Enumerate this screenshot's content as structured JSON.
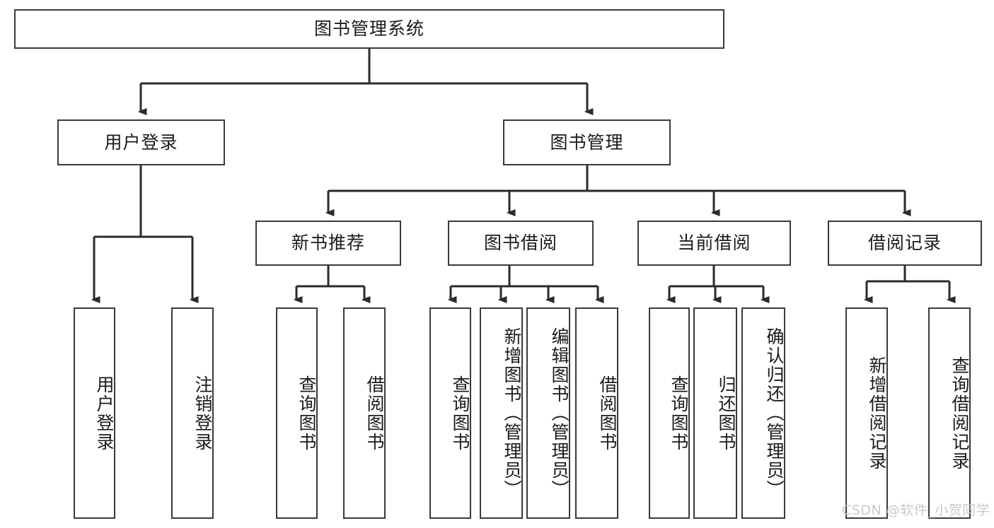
{
  "diagram": {
    "type": "tree-hierarchy-chart",
    "title_label": "图书管理系统",
    "nodes": {
      "root": {
        "label": "图书管理系统"
      },
      "user_login": {
        "label": "用户登录"
      },
      "book_manage": {
        "label": "图书管理"
      },
      "new_book_rec": {
        "label": "新书推荐"
      },
      "book_borrow": {
        "label": "图书借阅"
      },
      "current_borrow": {
        "label": "当前借阅"
      },
      "borrow_record": {
        "label": "借阅记录"
      },
      "leaf_user_login": {
        "label": "用户登录"
      },
      "leaf_logout": {
        "label": "注销登录"
      },
      "leaf_query_book_1": {
        "label": "查询图书"
      },
      "leaf_borrow_book_1": {
        "label": "借阅图书"
      },
      "leaf_query_book_2": {
        "label": "查询图书"
      },
      "leaf_add_book": {
        "label": "新增图书（管理员）"
      },
      "leaf_edit_book": {
        "label": "编辑图书（管理员）"
      },
      "leaf_borrow_book_2": {
        "label": "借阅图书"
      },
      "leaf_query_book_3": {
        "label": "查询图书"
      },
      "leaf_return_book": {
        "label": "归还图书"
      },
      "leaf_confirm_return": {
        "label": "确认归还（管理员）"
      },
      "leaf_add_record": {
        "label": "新增借阅记录"
      },
      "leaf_query_record": {
        "label": "查询借阅记录"
      }
    },
    "watermark": "CSDN @软件_小贺同学",
    "colors": {
      "border": "#3a3a3a",
      "text": "#1b1b1b",
      "background": "#ffffff",
      "edge": "#2b2b2b",
      "watermark": "#c9c9c9"
    }
  }
}
